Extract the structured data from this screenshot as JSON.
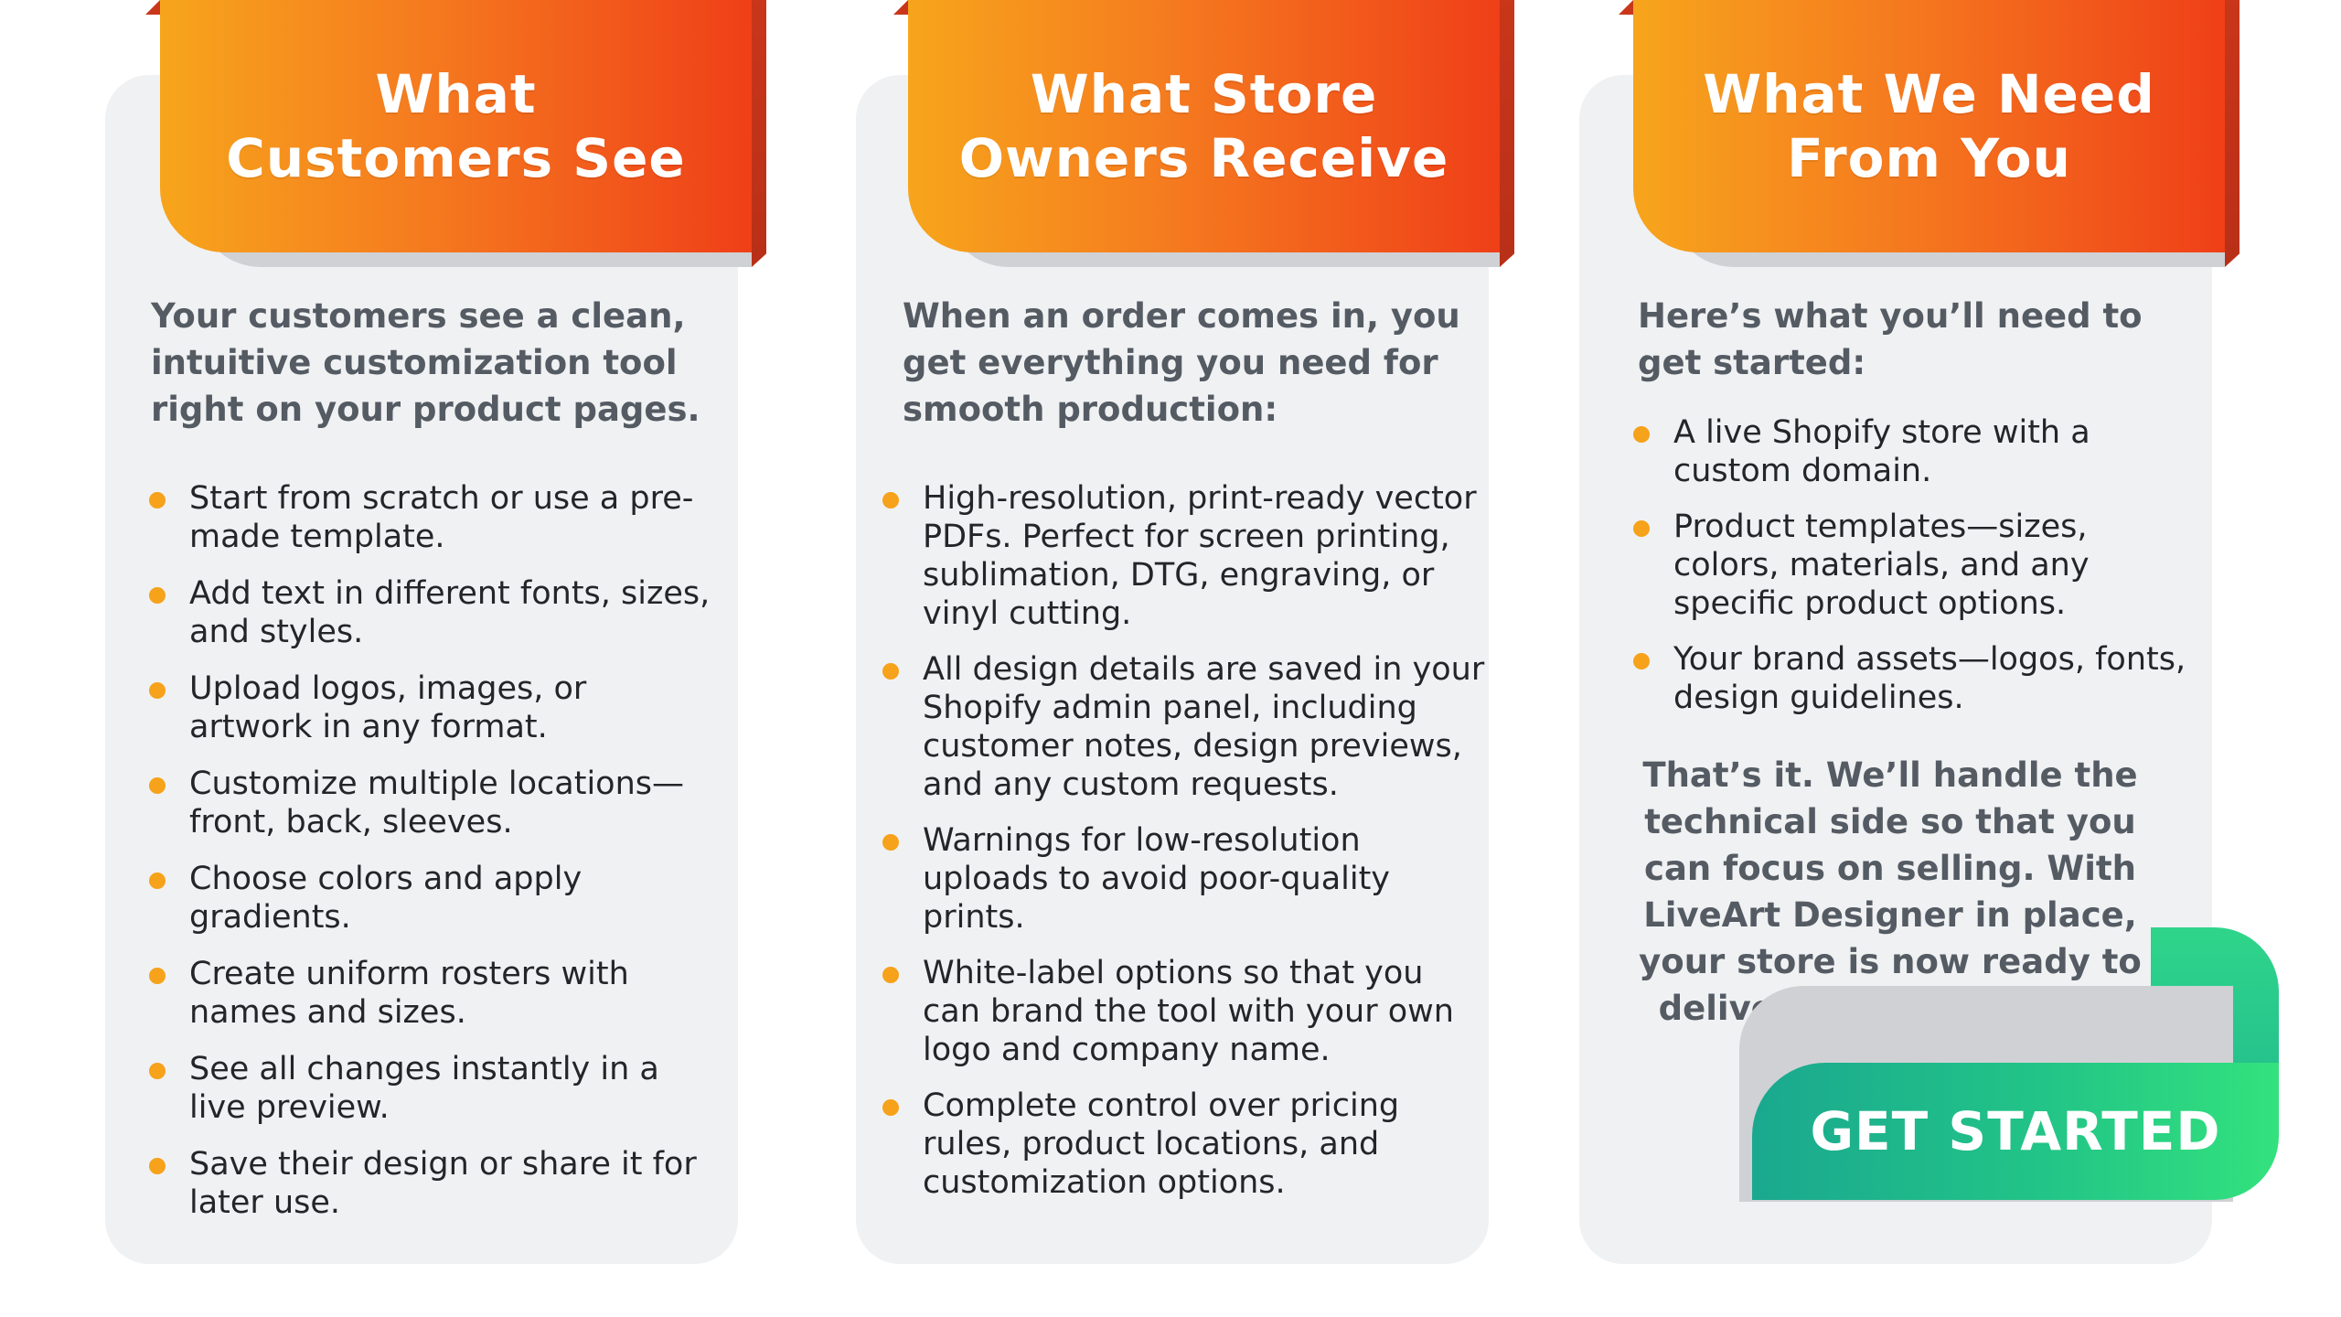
{
  "colors": {
    "banner_start": "#f7a51c",
    "banner_end": "#ef3f18",
    "card_bg": "#f0f1f3",
    "bullet": "#f6a21a",
    "cta_start": "#1aa88f",
    "cta_end": "#33e27d"
  },
  "cards": [
    {
      "title_line1": "What",
      "title_line2": "Customers See",
      "intro": "Your customers see a clean, intuitive customization tool right on your product pages.",
      "items": [
        "Start from scratch or use a pre-made template.",
        "Add text in different fonts, sizes, and styles.",
        "Upload logos, images, or artwork in any format.",
        "Customize multiple locations—front, back, sleeves.",
        "Choose colors and apply gradients.",
        "Create uniform rosters with names and sizes.",
        "See all changes instantly in a live preview.",
        "Save their design or share it for later use."
      ]
    },
    {
      "title_line1": "What Store",
      "title_line2": "Owners Receive",
      "intro": "When an order comes in, you get everything you need for smooth production:",
      "items": [
        "High-resolution, print-ready vector PDFs. Perfect for screen printing, sublimation, DTG, engraving, or vinyl cutting.",
        "All design details are saved in your Shopify admin panel, including customer notes, design previews, and any custom requests.",
        "Warnings for low-resolution uploads to avoid poor-quality prints.",
        "White-label options so that you can brand the tool with your own logo and company name.",
        "Complete control over pricing rules, product locations, and customization options."
      ]
    },
    {
      "title_line1": "What We Need",
      "title_line2": "From You",
      "intro": "Here’s what you’ll need to get started:",
      "items": [
        "A live Shopify store with a custom domain.",
        "Product templates—sizes, colors, materials, and any specific product options.",
        "Your brand assets—logos, fonts, design guidelines."
      ],
      "closing": "That’s it. We’ll handle the technical side so that you can focus on selling. With LiveArt Designer in place, your store is now ready to deliver custom products easily."
    }
  ],
  "cta": {
    "label": "GET STARTED"
  }
}
